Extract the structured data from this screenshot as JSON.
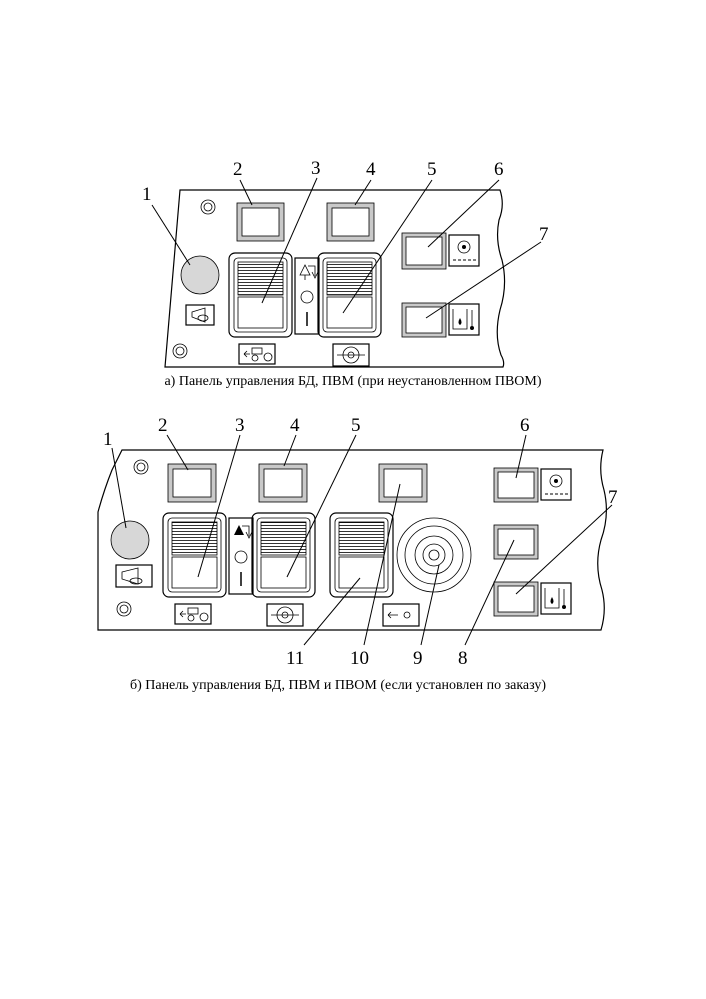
{
  "figure_a": {
    "caption": "а) Панель управления БД, ПВМ (при неустановленном ПВОМ)",
    "callouts": [
      "1",
      "2",
      "3",
      "4",
      "5",
      "6",
      "7"
    ]
  },
  "figure_b": {
    "caption": "б) Панель управления БД, ПВМ и ПВОМ (если установлен по заказу)",
    "callouts_top": [
      "1",
      "2",
      "3",
      "4",
      "5",
      "6",
      "7"
    ],
    "callouts_bottom": [
      "11",
      "10",
      "9",
      "8"
    ]
  },
  "icons": [
    "horn-icon",
    "tractor-icon",
    "front-axle-icon",
    "pto-icon",
    "oil-pressure-icon",
    "oil-temperature-icon",
    "switch-arrows-icon"
  ],
  "colors": {
    "line": "#000000",
    "shade": "#c9c9c9",
    "background": "#ffffff"
  }
}
